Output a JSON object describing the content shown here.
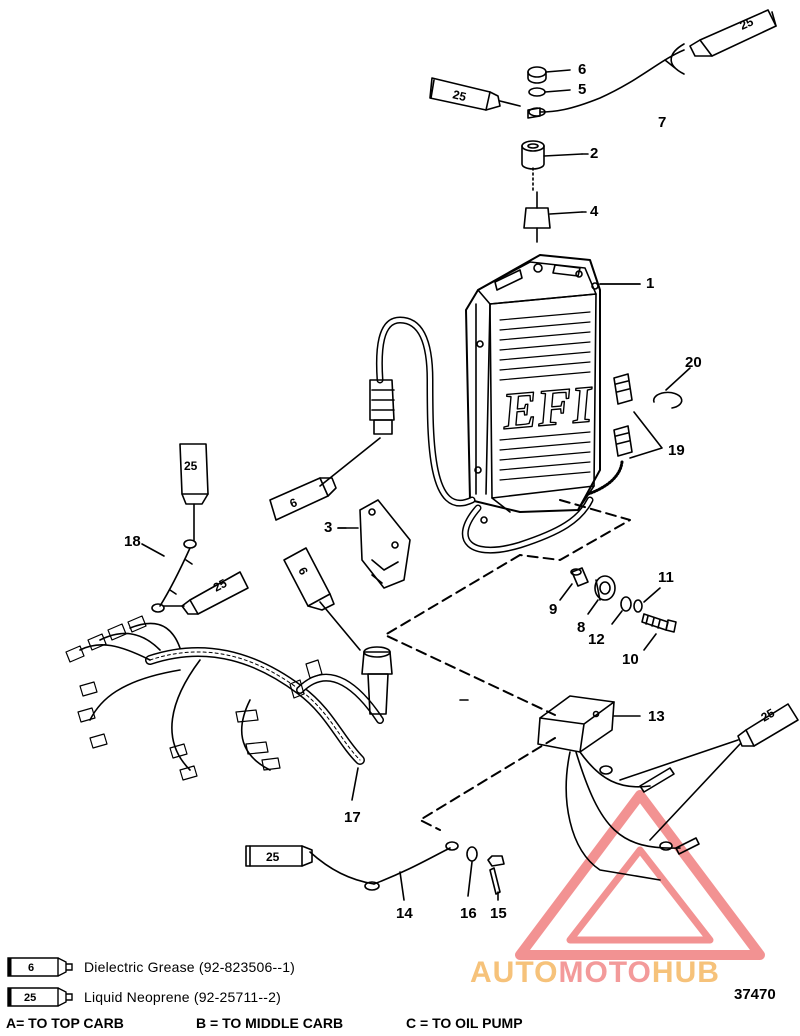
{
  "callouts": {
    "c1": "1",
    "c2": "2",
    "c3": "3",
    "c4": "4",
    "c5": "5",
    "c6": "6",
    "c7": "7",
    "c8": "8",
    "c9": "9",
    "c10": "10",
    "c11": "11",
    "c12": "12",
    "c13": "13",
    "c14": "14",
    "c15": "15",
    "c16": "16",
    "c17": "17",
    "c18": "18",
    "c19": "19",
    "c20": "20"
  },
  "tube_labels": {
    "neoprene": "25",
    "grease": "6"
  },
  "legend": [
    {
      "code": "6",
      "text": "Dielectric Grease (92-823506--1)"
    },
    {
      "code": "25",
      "text": "Liquid Neoprene (92-25711--2)"
    }
  ],
  "figure_number": "37470",
  "destinations": {
    "a": "A= TO TOP CARB",
    "b": "B = TO MIDDLE CARB",
    "c": "C = TO OIL PUMP"
  },
  "module_logo": "EFI",
  "watermark": {
    "part1": "AUTO",
    "part2": "MOTO",
    "part3": "HUB"
  }
}
